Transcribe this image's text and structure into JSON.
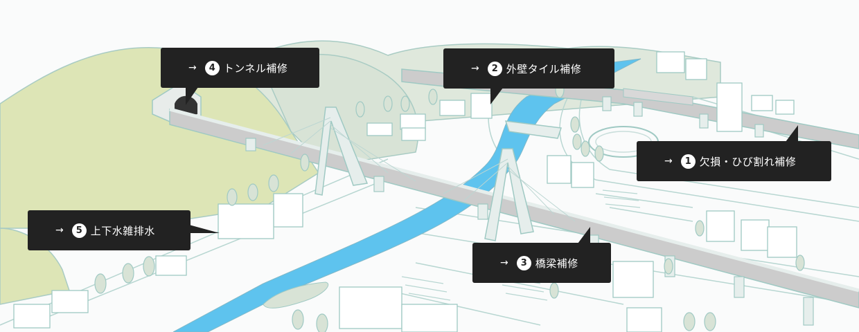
{
  "callouts": [
    {
      "id": "4",
      "label": "トンネル補修",
      "arrow": "→"
    },
    {
      "id": "2",
      "label": "外壁タイル補修",
      "arrow": "→"
    },
    {
      "id": "1",
      "label": "欠損・ひび割れ補修",
      "arrow": "→"
    },
    {
      "id": "5",
      "label": "上下水雑排水",
      "arrow": "→"
    },
    {
      "id": "3",
      "label": "橋梁補修",
      "arrow": "→"
    }
  ],
  "colors": {
    "river": "#5ec3ee",
    "hill_green": "#dde5b6",
    "hill_gray": "#d8e3d6",
    "line": "#9fc9c3",
    "road": "#c9c9c9",
    "callout_bg": "#222222"
  }
}
